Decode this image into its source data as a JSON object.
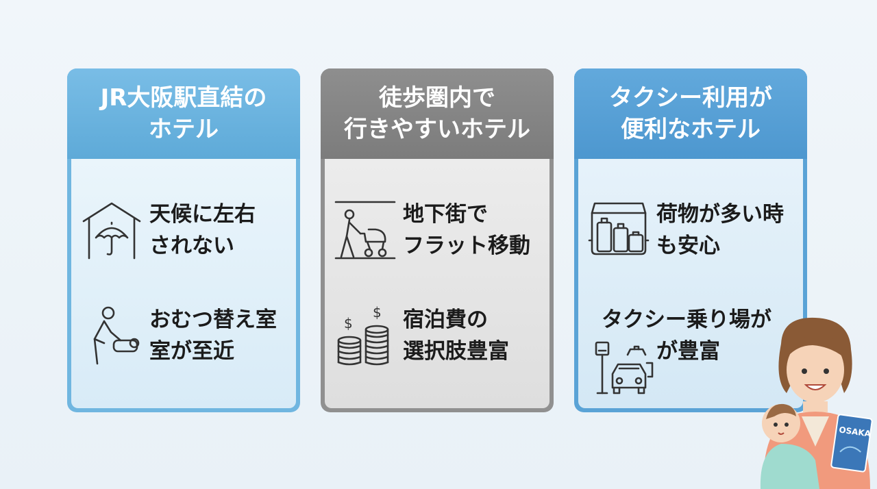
{
  "cards": [
    {
      "title_lines": [
        "JR大阪駅直結の",
        "ホテル"
      ],
      "features": [
        {
          "icon": "umbrella-shelter-icon",
          "lines": [
            "天候に左右",
            "されない"
          ]
        },
        {
          "icon": "diaper-change-icon",
          "lines": [
            "おむつ替え室",
            "室が至近"
          ]
        }
      ]
    },
    {
      "title_lines": [
        "徒歩圏内で",
        "行きやすいホテル"
      ],
      "features": [
        {
          "icon": "stroller-walk-icon",
          "lines": [
            "地下街で",
            "フラット移動"
          ]
        },
        {
          "icon": "coins-icon",
          "lines": [
            "宿泊費の",
            "選択肢豊富"
          ]
        }
      ]
    },
    {
      "title_lines": [
        "タクシー利用が",
        "便利なホテル"
      ],
      "features": [
        {
          "icon": "car-luggage-icon",
          "lines": [
            "荷物が多い時",
            "も安心"
          ]
        },
        {
          "icon": "taxi-stand-icon",
          "lines": [
            "タクシー乗り場が",
            "が豊富"
          ]
        }
      ]
    }
  ],
  "illustration": {
    "book_label": "OSAKA"
  },
  "colors": {
    "blue_header": "#70b6e0",
    "gray_header": "#8e8e8e",
    "dark_blue_header": "#4d97cf"
  }
}
